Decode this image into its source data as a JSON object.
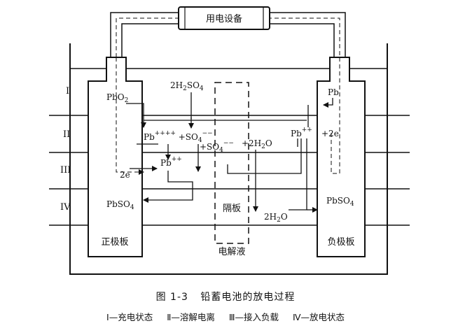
{
  "device_label": "用电设备",
  "levels": [
    "I",
    "II",
    "III",
    "IV"
  ],
  "positive_plate_label": "正极板",
  "negative_plate_label": "负极板",
  "separator_label": "隔板",
  "electrolyte_label": "电解液",
  "species": {
    "pbo2": "PbO2",
    "h2so4": "2H2SO4",
    "pb_neg": "Pb",
    "pb4": "Pb++++ +SO4--",
    "pb_neg_ion": "Pb++",
    "plus_2e": "+2e",
    "so4_mid": "+SO4--",
    "h2o_mid": "+2H2O",
    "pb2_pos": "Pb++",
    "electrons": "2e",
    "pbso4_left": "PbSO4",
    "pbso4_right": "PbSO4",
    "h2o_product": "2H2O"
  },
  "caption": {
    "figure_number": "图 1-3",
    "title": "铅蓄电池的放电过程",
    "legend": [
      "Ⅰ—充电状态",
      "Ⅱ—溶解电离",
      "Ⅲ—接入负载",
      "Ⅳ—放电状态"
    ]
  }
}
